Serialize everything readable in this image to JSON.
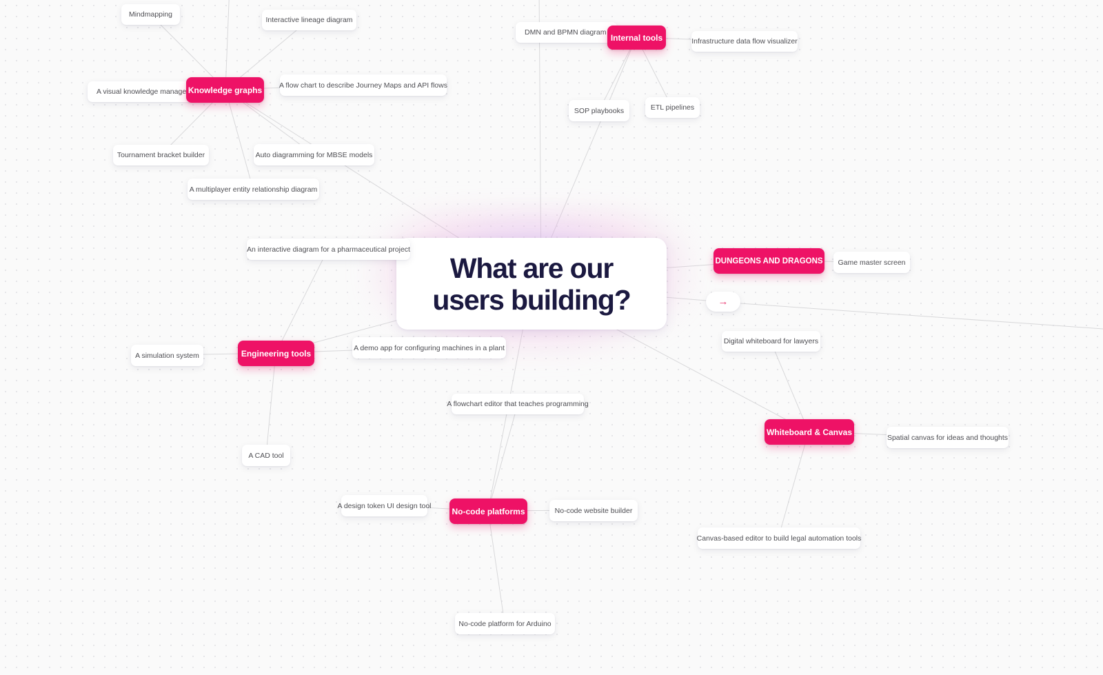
{
  "center": {
    "title": "What are our users building?"
  },
  "arrow_node": {
    "glyph": "→"
  },
  "categories": {
    "knowledge_graphs": "Knowledge graphs",
    "internal_tools": "Internal tools",
    "engineering_tools": "Engineering tools",
    "no_code_platforms": "No-code platforms",
    "whiteboard_canvas": "Whiteboard & Canvas",
    "dungeons_dragons": "DUNGEONS AND DRAGONS"
  },
  "leaves": {
    "mindmapping": "Mindmapping",
    "interactive_lineage": "Interactive lineage diagram",
    "visual_km": "A visual knowledge managemen",
    "flow_chart_journey": "A flow chart to describe Journey Maps and API flows",
    "tournament": "Tournament bracket builder",
    "auto_mbse": "Auto diagramming for MBSE models",
    "multiplayer_er": "A multiplayer entity relationship diagram",
    "pharma": "An interactive diagram for a pharmaceutical project",
    "dmn_bpmn": "DMN and BPMN diagram edit",
    "infra_visualizer": "Infrastructure data flow visualizer",
    "sop_playbooks": "SOP playbooks",
    "etl_pipelines": "ETL pipelines",
    "game_master": "Game master screen",
    "digital_lawyers": "Digital whiteboard for lawyers",
    "simulation": "A simulation system",
    "demo_app": "A demo app for configuring machines in a plant",
    "flowchart_teach": "A flowchart editor that teaches programming",
    "spatial_canvas": "Spatial canvas for ideas and thoughts",
    "cad_tool": "A CAD tool",
    "design_token": "A design token UI design tool",
    "website_builder": "No-code website builder",
    "canvas_legal": "Canvas-based editor to build legal automation tools",
    "arduino": "No-code platform for Arduino"
  },
  "colors": {
    "category_bg": "#EE1266",
    "category_text": "#FFFFFF",
    "card_bg": "#FFFFFF",
    "card_text": "#4D4D52",
    "connector": "#D8D8DA",
    "title_text": "#1B1940",
    "glow": "#CDAAF4",
    "background": "#FAFAFA"
  }
}
